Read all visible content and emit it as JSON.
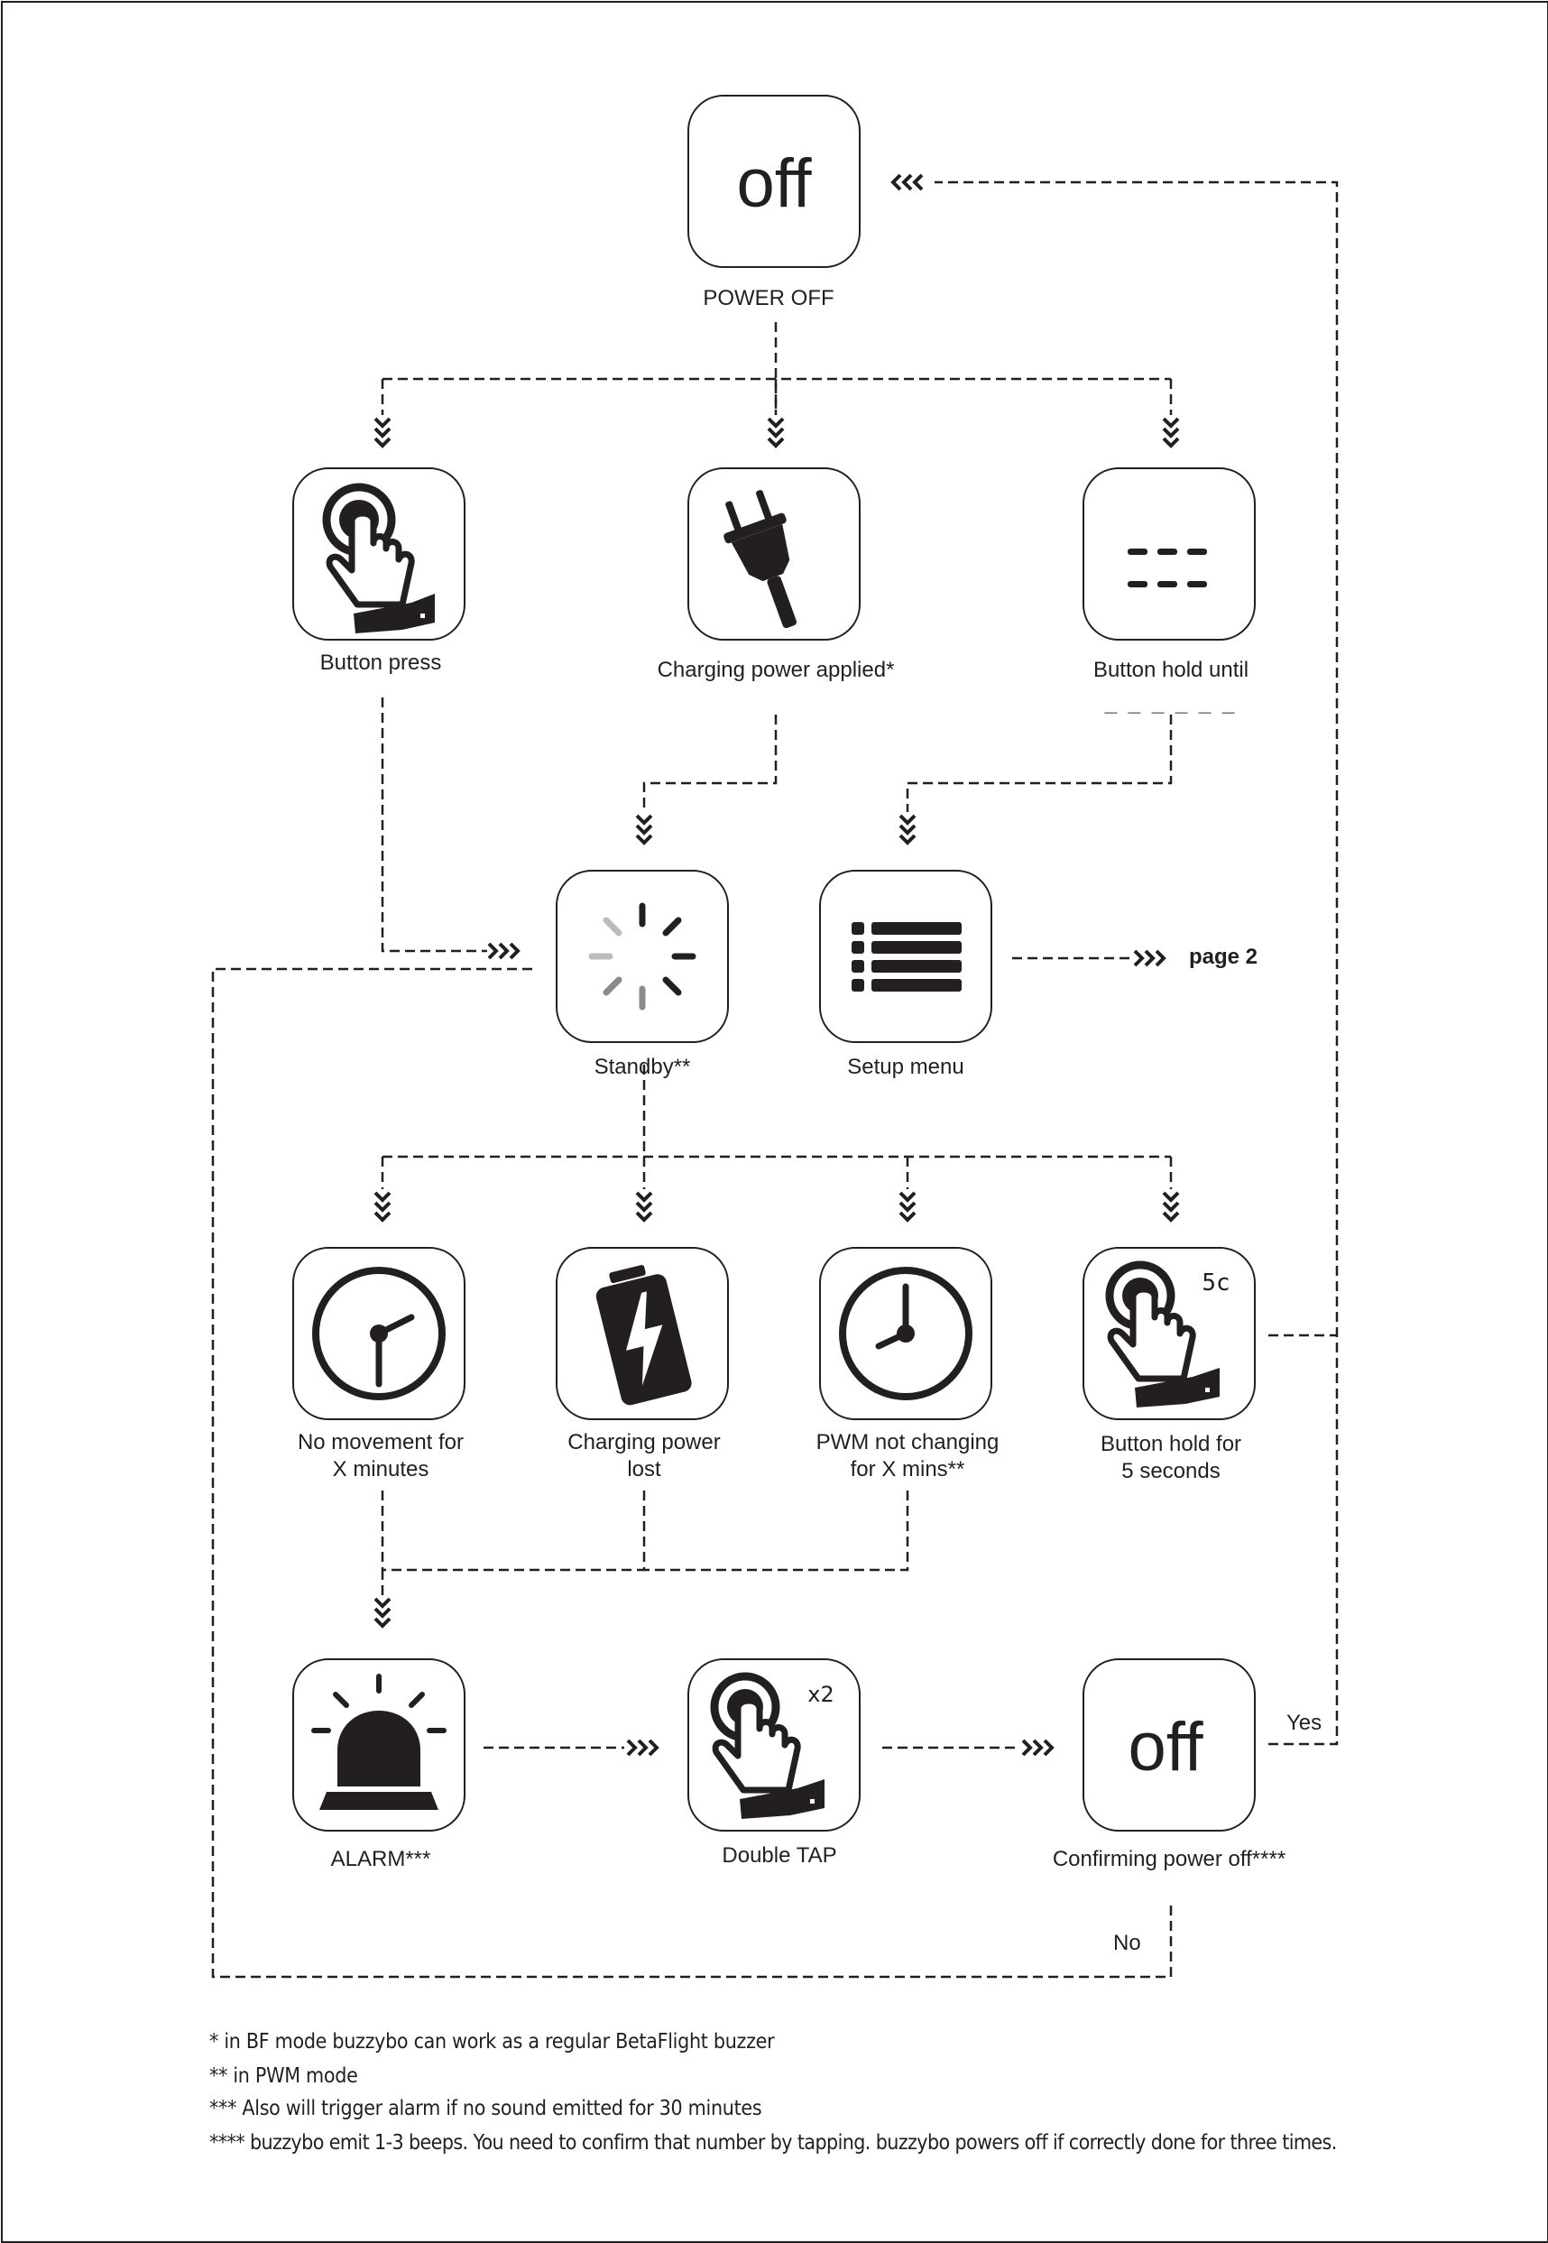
{
  "nodes": {
    "power_off": {
      "label": "POWER OFF",
      "icon_text": "off"
    },
    "button_press": {
      "label": "Button press"
    },
    "charging_applied": {
      "label": "Charging power applied*"
    },
    "button_hold_until": {
      "label": "Button hold until",
      "sub": "_ _ _ _ _ _"
    },
    "standby": {
      "label": "Standby**"
    },
    "setup_menu": {
      "label": "Setup menu"
    },
    "no_movement": {
      "label": "No movement for\nX minutes"
    },
    "charging_lost": {
      "label": "Charging power\nlost"
    },
    "pwm_not_changing": {
      "label": "PWM not changing\nfor X mins**"
    },
    "button_hold_5s": {
      "label": "Button hold for\n5 seconds",
      "badge": "5c"
    },
    "alarm": {
      "label": "ALARM***"
    },
    "double_tap": {
      "label": "Double TAP",
      "badge": "x2"
    },
    "confirming_off": {
      "label": "Confirming power off****",
      "icon_text": "off"
    }
  },
  "links": {
    "page2": "page 2",
    "yes": "Yes",
    "no": "No"
  },
  "notes": [
    "* in BF mode buzzybo can work as a regular BetaFlight buzzer",
    "** in PWM mode",
    "*** Also will trigger alarm if no sound emitted for 30 minutes",
    "**** buzzybo emit 1-3 beeps. You need to confirm that number by tapping. buzzybo powers off if correctly done for three times."
  ],
  "colors": {
    "ink": "#231f20",
    "background": "#ffffff",
    "spinner_light": "#bcbcbc",
    "spinner_mid": "#8a8a8a"
  },
  "icons": {
    "power_off": "off-text-icon",
    "button_press": "finger-press-icon",
    "charging_applied": "plug-icon",
    "button_hold_until": "dashes-icon",
    "standby": "spinner-icon",
    "setup_menu": "list-menu-icon",
    "no_movement": "clock-icon",
    "charging_lost": "battery-bolt-icon",
    "pwm_not_changing": "clock-icon",
    "button_hold_5s": "finger-hold-icon",
    "alarm": "siren-icon",
    "double_tap": "finger-double-tap-icon",
    "confirming_off": "off-text-icon"
  }
}
